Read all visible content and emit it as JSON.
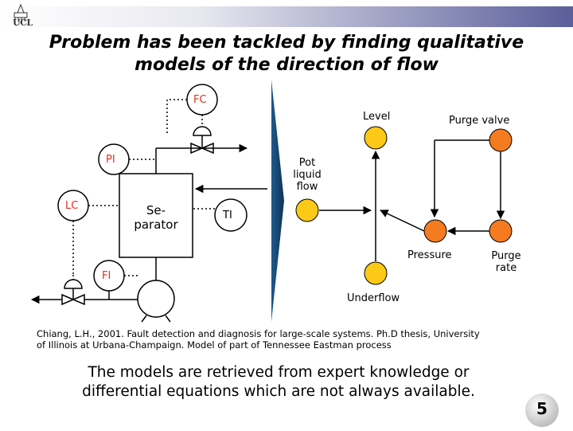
{
  "header": {
    "logo_text": "UCL",
    "title_line1": "Problem has been tackled by finding qualitative",
    "title_line2": "models of the direction of flow"
  },
  "process_diagram": {
    "fc_label": "FC",
    "pi_label": "PI",
    "lc_label": "LC",
    "separator_line1": "Se-",
    "separator_line2": "parator",
    "ti_label": "TI",
    "fi_label": "FI"
  },
  "qualitative_model": {
    "level_label": "Level",
    "purge_valve_label": "Purge valve",
    "pot_liquid_flow_line1": "Pot",
    "pot_liquid_flow_line2": "liquid",
    "pot_liquid_flow_line3": "flow",
    "pressure_label": "Pressure",
    "purge_rate_line1": "Purge",
    "purge_rate_line2": "rate",
    "underflow_label": "Underflow"
  },
  "citation": {
    "line1": "Chiang, L.H., 2001. Fault detection and diagnosis for large-scale systems. Ph.D thesis, University",
    "line2": "of Illinois at Urbana-Champaign. Model of part of Tennessee Eastman process"
  },
  "footer": {
    "statement_line1": "The models are retrieved from expert knowledge or",
    "statement_line2": "differential equations which are not always available.",
    "page_number": "5"
  },
  "colors": {
    "node_fill": "#f47b20",
    "node_fill_yellow": "#fcc916",
    "tag_text": "#e0301e",
    "divider": "#1f5a8c"
  }
}
